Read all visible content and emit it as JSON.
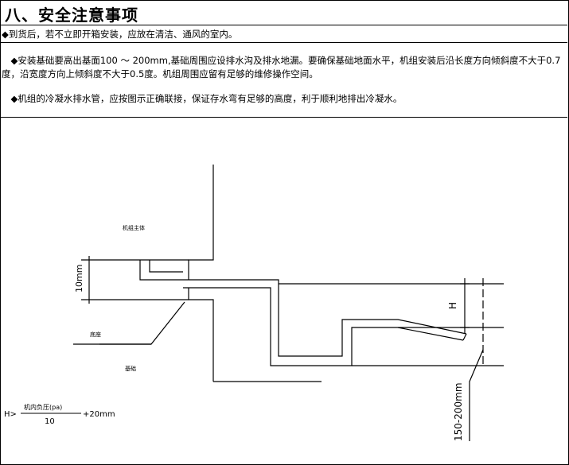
{
  "section": {
    "title": "八、安全注意事项"
  },
  "notes": [
    "◆到货后，若不立即开箱安装，应放在清洁、通风的室内。",
    "　◆安装基础要高出基面100 ～ 200mm,基础周围应设排水沟及排水地漏。要确保基础地面水平，机组安装后沿长度方向倾斜度不大于0.7度，沿宽度方向上倾斜度不大于0.5度。机组周围应留有足够的维修操作空间。",
    "　◆机组的冷凝水排水管，应按图示正确联接，保证存水弯有足够的高度，利于顺利地排出冷凝水。"
  ],
  "diagram": {
    "label_unit_body": "机组主体",
    "label_base_frame": "底座",
    "label_foundation": "基础",
    "dim_10mm": "10mm",
    "dim_H": "H",
    "dim_150_200": "150-200mm",
    "formula_prefix": "H>",
    "formula_numerator": "机内负压(pa)",
    "formula_denominator": "10",
    "formula_suffix": "+20mm"
  }
}
